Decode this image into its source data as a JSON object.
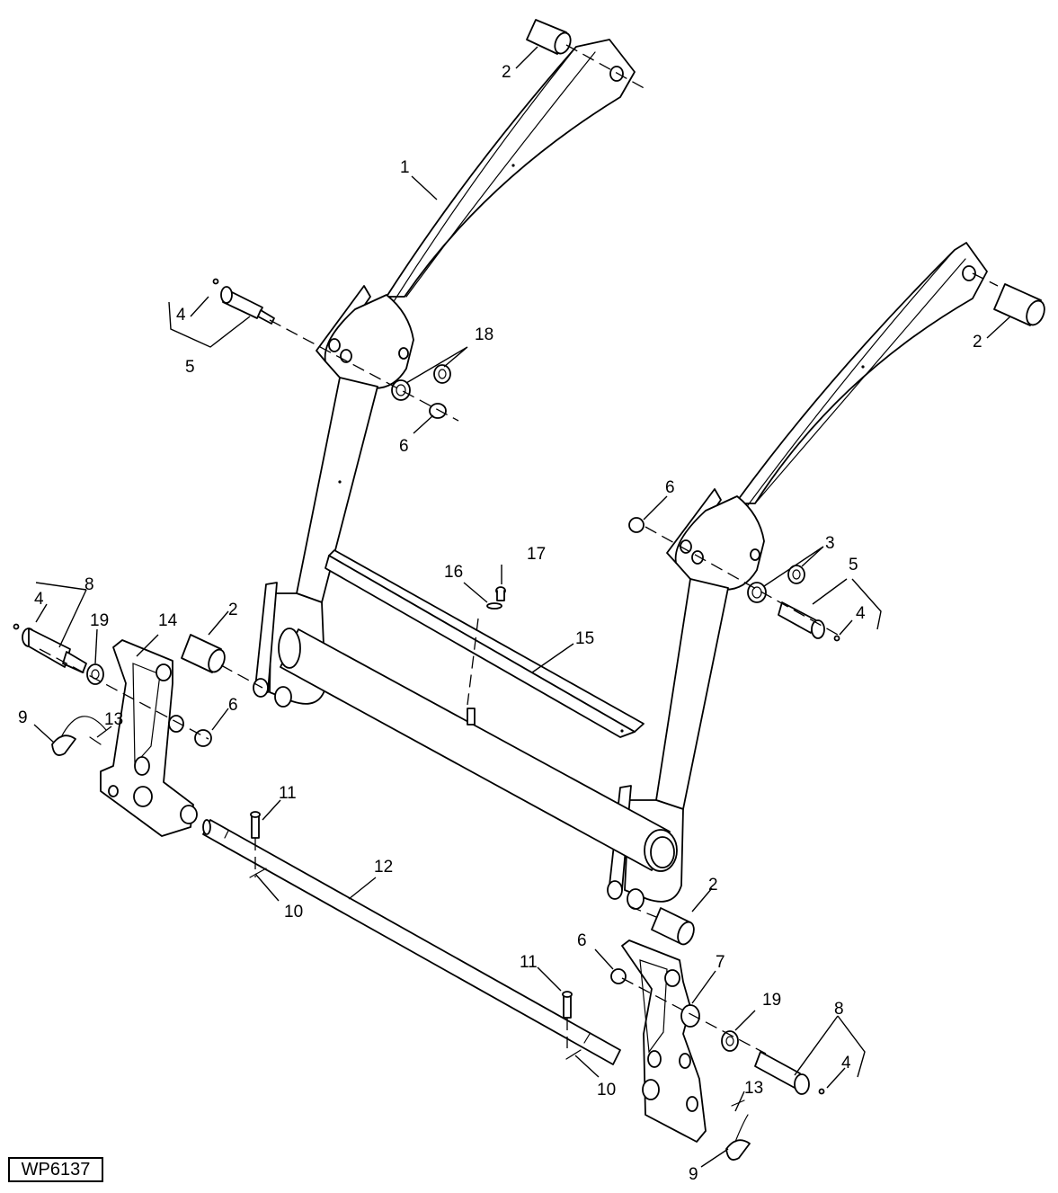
{
  "figure_id": "WP6137",
  "callouts": {
    "c1": "1",
    "c2a": "2",
    "c2b": "2",
    "c2c": "2",
    "c2d": "2",
    "c3": "3",
    "c4a": "4",
    "c4b": "4",
    "c4c": "4",
    "c4d": "4",
    "c5a": "5",
    "c5b": "5",
    "c6a": "6",
    "c6b": "6",
    "c6c": "6",
    "c6d": "6",
    "c7": "7",
    "c8a": "8",
    "c8b": "8",
    "c9a": "9",
    "c9b": "9",
    "c10a": "10",
    "c10b": "10",
    "c11a": "11",
    "c11b": "11",
    "c12": "12",
    "c13a": "13",
    "c13b": "13",
    "c14": "14",
    "c15": "15",
    "c16": "16",
    "c17": "17",
    "c18": "18",
    "c19a": "19",
    "c19b": "19"
  }
}
